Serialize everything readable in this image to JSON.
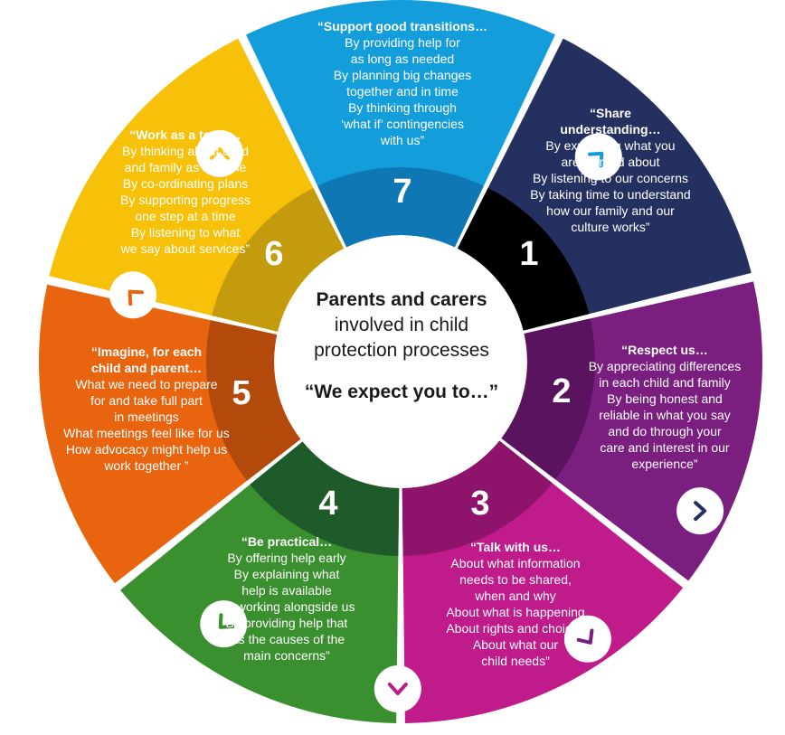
{
  "center": {
    "line1": "Parents and carers",
    "line2": "involved in child",
    "line3": "protection processes",
    "tagline": "“We expect you to…”"
  },
  "segments": [
    {
      "number": "1",
      "color": "#243160",
      "inner_color": "#000000",
      "title": [
        "“Share",
        "understanding…"
      ],
      "lines": [
        "By explaining what you",
        "are worried about",
        "By listening to our concerns",
        "By taking time to understand",
        "how our family and our",
        "culture works”"
      ]
    },
    {
      "number": "2",
      "color": "#7a1f7f",
      "inner_color": "#5a145f",
      "title": [
        "“Respect us…"
      ],
      "lines": [
        "By appreciating differences",
        "in each child and family",
        "By being honest and",
        "reliable in what you say",
        "and do through your",
        "care and interest in our",
        "experience”"
      ]
    },
    {
      "number": "3",
      "color": "#bf1b8b",
      "inner_color": "#8e136a",
      "title": [
        "“Talk with us…"
      ],
      "lines": [
        "About what information",
        "needs to be shared,",
        "when and why",
        "About what is happening",
        "About rights and choices",
        "About what our",
        "child needs”"
      ]
    },
    {
      "number": "4",
      "color": "#3a8f2e",
      "inner_color": "#1f5a2a",
      "title": [
        "“Be practical…"
      ],
      "lines": [
        "By offering help early",
        "By explaining what",
        "help is available",
        "By working alongside us",
        "By providing help that",
        "fits the causes of the",
        "main concerns”"
      ]
    },
    {
      "number": "5",
      "color": "#e8640f",
      "inner_color": "#b34a0b",
      "title": [
        "“Imagine, for each",
        "child and parent…"
      ],
      "lines": [
        "What we need to prepare",
        "for and take full part",
        "in meetings",
        "What meetings feel like for us",
        "How advocacy might help us",
        "work together ”"
      ]
    },
    {
      "number": "6",
      "color": "#f7c10a",
      "inner_color": "#c39b0d",
      "title": [
        "“Work as a team…"
      ],
      "lines": [
        "By thinking about child",
        "and family as a whole",
        "By co-ordinating plans",
        "By supporting progress",
        "one step at a time",
        "By listening to what",
        "we say about services”"
      ]
    },
    {
      "number": "7",
      "color": "#149ddb",
      "inner_color": "#0f78b4",
      "title": [
        "“Support good transitions…"
      ],
      "lines": [
        "By providing help for",
        "as long as needed",
        "By planning big changes",
        "together and in time",
        "By thinking through",
        "‘what if’ contingencies",
        "with us”"
      ]
    }
  ],
  "chevron_colors": [
    "#243160",
    "#7a1f7f",
    "#bf1b8b",
    "#3a8f2e",
    "#e8640f",
    "#f7c10a",
    "#149ddb"
  ],
  "icons": [
    "chevron-icon"
  ]
}
